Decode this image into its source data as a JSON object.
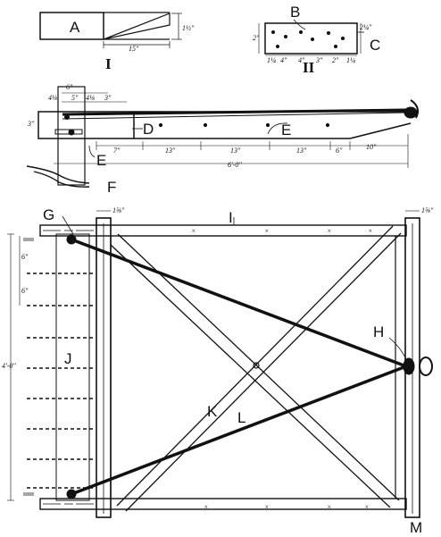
{
  "figures": {
    "I": {
      "roman": "I",
      "letter": "A",
      "dims": {
        "length": "15\"",
        "height": "1½\""
      }
    },
    "II": {
      "roman": "II",
      "letters": {
        "top": "B",
        "side": "C"
      },
      "dims": {
        "height": "2\"",
        "side": "2¼\"",
        "bottom": [
          "1¼",
          "4\"",
          "4\"",
          "3\"",
          "2\"",
          "1¼"
        ]
      }
    },
    "side_view": {
      "letters": {
        "d": "D",
        "e_upper": "E",
        "e_lower": "E",
        "f": "F"
      },
      "dims": {
        "top": [
          "6\"",
          "4⅛",
          "5\"",
          "4⅛",
          "3\""
        ],
        "left": "3\"",
        "spans": [
          "7\"",
          "13\"",
          "13\"",
          "13\"",
          "6\"",
          "10\""
        ],
        "overall": "6'-0\""
      }
    },
    "gate": {
      "letters": {
        "g": "G",
        "h": "H",
        "i": "I",
        "j": "J",
        "k": "K",
        "l": "L",
        "m": "M"
      },
      "dims": {
        "post_left": "1⅝\"",
        "post_right": "1⅝\"",
        "rail_top": [
          "6\"",
          "6\""
        ],
        "height": "4'-0\""
      }
    }
  },
  "colors": {
    "ink": "#111111",
    "paper": "#ffffff"
  }
}
